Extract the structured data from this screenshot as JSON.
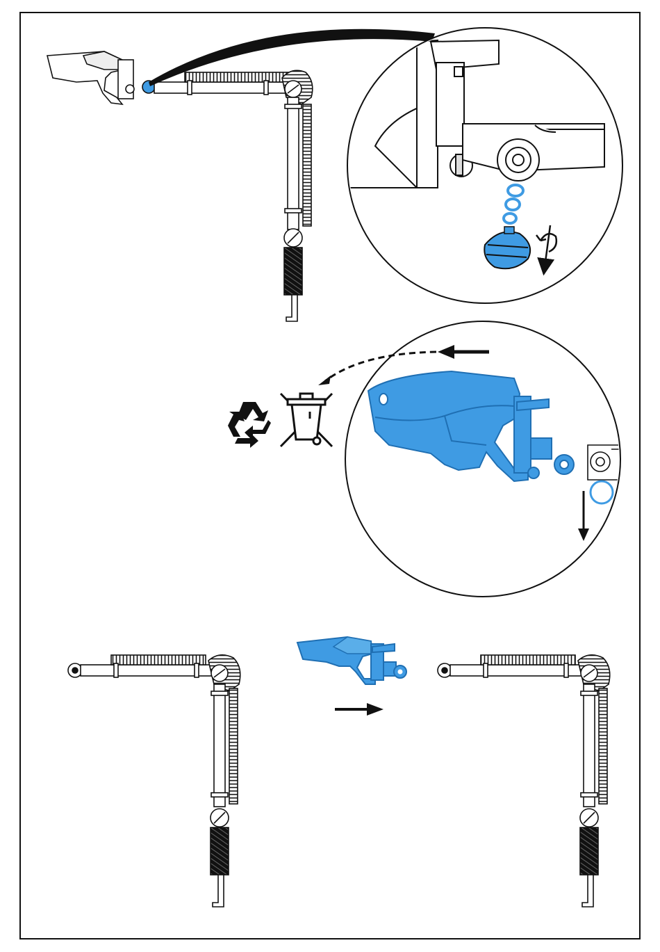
{
  "figure": {
    "steps": [
      {
        "id": "remove-knob",
        "caption": ""
      },
      {
        "id": "remove-head",
        "caption": ""
      },
      {
        "id": "replace-head",
        "caption": ""
      }
    ],
    "icons": [
      "recycle-icon",
      "weee-crossed-bin-icon",
      "arrow-left-icon",
      "arrow-down-icon",
      "arrow-right-icon",
      "rotate-icon"
    ],
    "colors": {
      "highlight": "#3f9be3",
      "highlight_dark": "#1f6fb3",
      "line": "#111111",
      "background": "#ffffff"
    }
  }
}
